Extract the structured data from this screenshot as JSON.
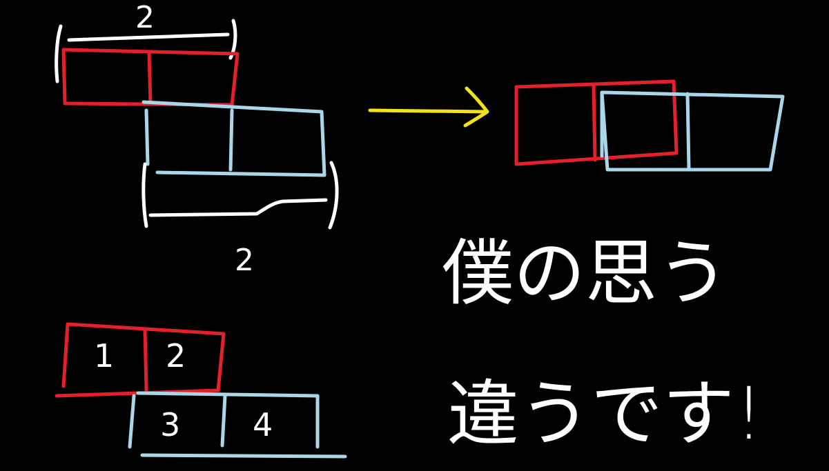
{
  "colors": {
    "background": "#000000",
    "red": "#e5202a",
    "blue": "#a9d6e8",
    "white": "#ffffff",
    "yellow": "#f2e21a"
  },
  "top_diagram": {
    "width_label_top": "2",
    "width_label_bottom": "2"
  },
  "bottom_diagram": {
    "cells": [
      "1",
      "2",
      "3",
      "4"
    ]
  },
  "arrow": {
    "color": "yellow"
  },
  "caption": {
    "line1": "僕の思う",
    "line2": "違うです!"
  }
}
